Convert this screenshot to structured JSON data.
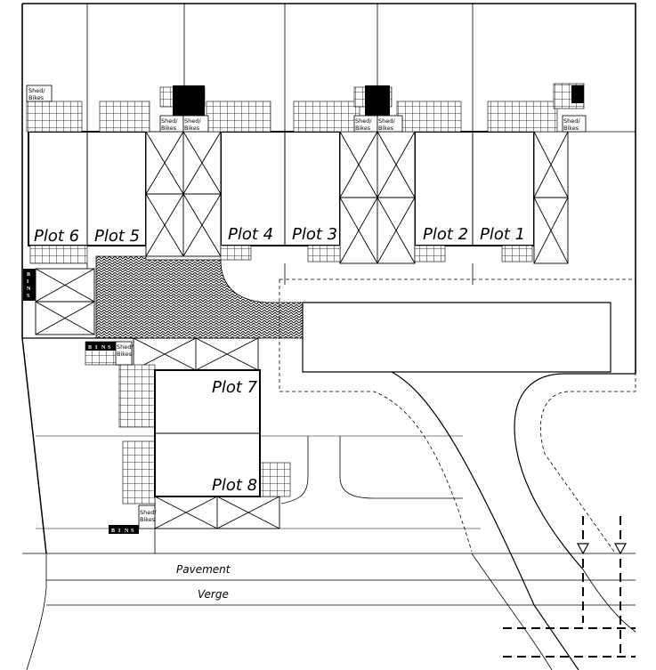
{
  "plots": [
    {
      "id": "plot-6",
      "label": "Plot 6"
    },
    {
      "id": "plot-5",
      "label": "Plot 5"
    },
    {
      "id": "plot-4",
      "label": "Plot 4"
    },
    {
      "id": "plot-3",
      "label": "Plot 3"
    },
    {
      "id": "plot-2",
      "label": "Plot 2"
    },
    {
      "id": "plot-1",
      "label": "Plot 1"
    },
    {
      "id": "plot-7",
      "label": "Plot 7"
    },
    {
      "id": "plot-8",
      "label": "Plot 8"
    }
  ],
  "roads": {
    "pavement": "Pavement",
    "verge": "Verge"
  },
  "shed": {
    "line1": "Shed/",
    "line2": "Bikes"
  },
  "bins": {
    "letters": [
      "B",
      "I",
      "N",
      "S"
    ]
  },
  "colors": {
    "line": "#000000",
    "paper": "#ffffff",
    "paving": "#000000"
  }
}
